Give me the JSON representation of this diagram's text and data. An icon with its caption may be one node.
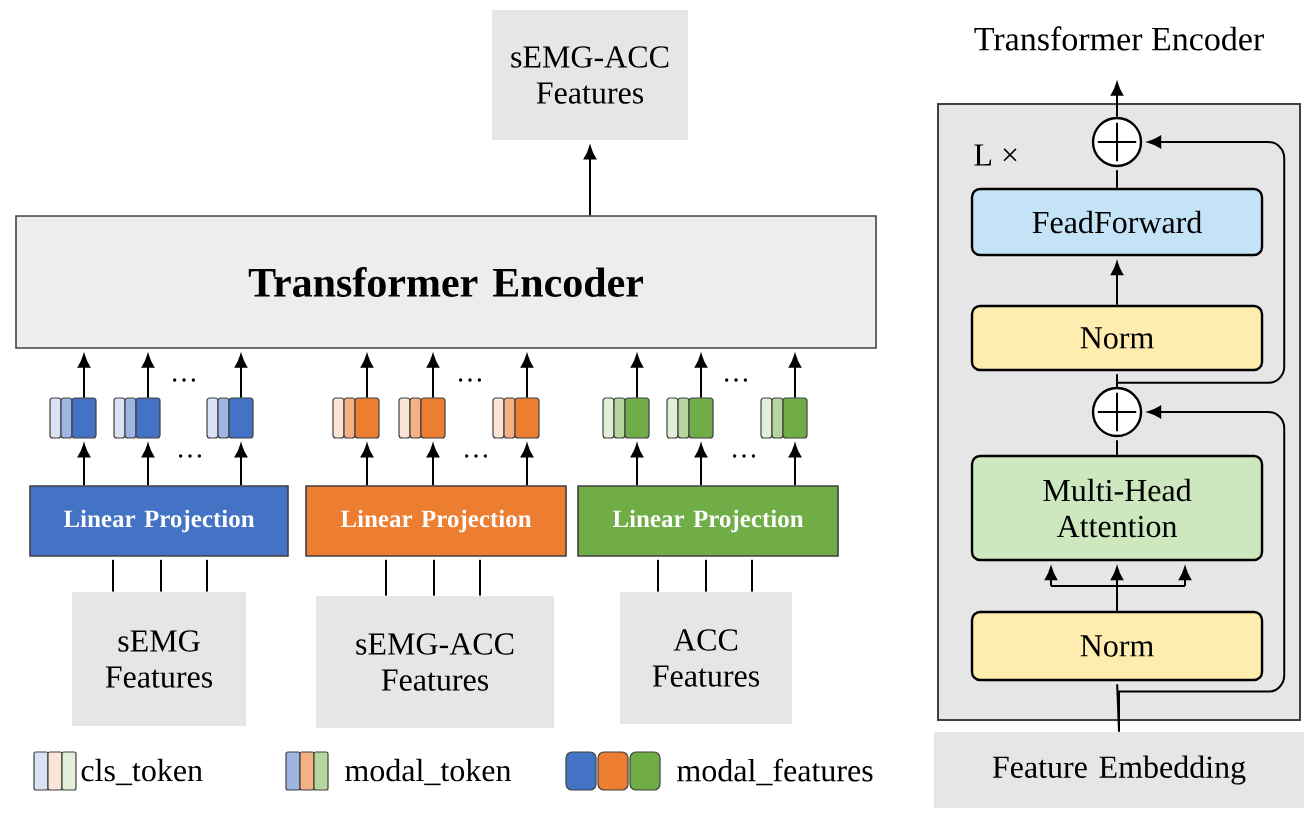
{
  "diagram": {
    "nodes": [
      {
        "text": [
          "sEMG-ACC Features"
        ]
      },
      {
        "text": [
          "Transformer Encoder"
        ]
      },
      {
        "text": [
          "Linear Projection"
        ]
      },
      {
        "text": [
          "Linear Projection"
        ]
      },
      {
        "text": [
          "Linear Projection"
        ]
      },
      {
        "text": [
          "sEMG Features"
        ]
      },
      {
        "text": [
          "sEMG-ACC Features"
        ]
      },
      {
        "text": [
          "ACC Features"
        ]
      },
      {
        "text": [],
        "shape": "box"
      },
      {
        "text": [],
        "shape": "box"
      },
      {
        "text": [],
        "shape": "box"
      },
      {
        "text": [],
        "shape": "box"
      },
      {
        "text": [],
        "shape": "box"
      },
      {
        "text": [],
        "shape": "box"
      },
      {
        "text": [],
        "shape": "box"
      },
      {
        "text": [],
        "shape": "box"
      },
      {
        "text": [],
        "shape": "box"
      },
      {
        "text": [
          "Transformer Encoder",
          "L ×"
        ]
      },
      {
        "text": [],
        "shape": "circle",
        "in": 17
      },
      {
        "text": [
          "FeadForward"
        ],
        "in": 17
      },
      {
        "text": [
          "Norm"
        ],
        "in": 17
      },
      {
        "text": [],
        "shape": "circle",
        "in": 17
      },
      {
        "text": [
          "Multi-Head Attention"
        ],
        "in": 17
      },
      {
        "text": [
          "Norm"
        ],
        "in": 17
      },
      {
        "text": [
          "Feature Embedding"
        ]
      }
    ],
    "edges": [
      {
        "from": 1,
        "to": 0,
        "arrow": "to"
      },
      {
        "from": 2,
        "to": 8,
        "arrow": "to"
      },
      {
        "from": 2,
        "to": 9,
        "arrow": "to"
      },
      {
        "from": 2,
        "to": 10,
        "arrow": "to"
      },
      {
        "from": 3,
        "to": 11,
        "arrow": "to"
      },
      {
        "from": 3,
        "to": 12,
        "arrow": "to"
      },
      {
        "from": 3,
        "to": 13,
        "arrow": "to"
      },
      {
        "from": 4,
        "to": 14,
        "arrow": "to"
      },
      {
        "from": 4,
        "to": 15,
        "arrow": "to"
      },
      {
        "from": 4,
        "to": 16,
        "arrow": "to"
      },
      {
        "from": 8,
        "to": 1,
        "arrow": "to"
      },
      {
        "from": 9,
        "to": 1,
        "arrow": "to"
      },
      {
        "from": 10,
        "to": 1,
        "arrow": "to"
      },
      {
        "from": 11,
        "to": 1,
        "arrow": "to"
      },
      {
        "from": 12,
        "to": 1,
        "arrow": "to"
      },
      {
        "from": 13,
        "to": 1,
        "arrow": "to"
      },
      {
        "from": 14,
        "to": 1,
        "arrow": "to"
      },
      {
        "from": 15,
        "to": 1,
        "arrow": "to"
      },
      {
        "from": 16,
        "to": 1,
        "arrow": "to"
      },
      {
        "from": 5,
        "to": 2,
        "arrow": "none"
      },
      {
        "from": 5,
        "to": 2,
        "arrow": "none"
      },
      {
        "from": 5,
        "to": 2,
        "arrow": "none"
      },
      {
        "from": 6,
        "to": 3,
        "arrow": "none"
      },
      {
        "from": 6,
        "to": 3,
        "arrow": "none"
      },
      {
        "from": 6,
        "to": 3,
        "arrow": "none"
      },
      {
        "from": 7,
        "to": 4,
        "arrow": "none"
      },
      {
        "from": 7,
        "to": 4,
        "arrow": "none"
      },
      {
        "from": 7,
        "to": 4,
        "arrow": "none"
      },
      {
        "from": 24,
        "to": 23,
        "arrow": "none"
      },
      {
        "from": 23,
        "to": 22,
        "arrow": "to"
      },
      {
        "from": 22,
        "to": 21,
        "arrow": "none"
      },
      {
        "from": 21,
        "to": 20,
        "arrow": "none"
      },
      {
        "from": 20,
        "to": 19,
        "arrow": "to"
      },
      {
        "from": 19,
        "to": 18,
        "arrow": "none"
      },
      {
        "from": 18,
        "to": null,
        "arrow": "to"
      },
      {
        "from": 24,
        "to": 21,
        "arrow": "to"
      },
      {
        "from": 21,
        "to": 18,
        "arrow": "to"
      }
    ],
    "labels": [
      "…",
      "…",
      "…",
      "…",
      "…",
      "…"
    ],
    "legend": [
      {
        "text": "cls_token"
      },
      {
        "text": "modal_token"
      },
      {
        "text": "modal_features"
      }
    ]
  }
}
